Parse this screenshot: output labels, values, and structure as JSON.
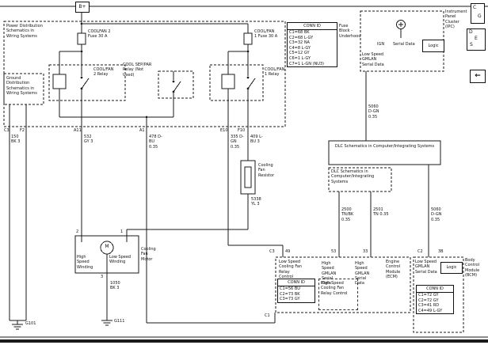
{
  "frame": {
    "b_plus": "B+"
  },
  "nav": {
    "c": "C",
    "g": "G",
    "d": "D",
    "e": "E",
    "s": "S",
    "back_arrow": "←"
  },
  "power_box": {
    "title": "Power Distribution Schematics in Wiring Systems",
    "fuse2": "COOLFAN 2 Fuse 30 A",
    "fuse1": "COOL/FAN 1 Fuse 30 A",
    "relay2": "COOL/FAN 2 Relay",
    "seppar_relay": "COOL SEP/PAR Relay (Not Used)",
    "relay1": "COOL/FAN 1 Relay"
  },
  "ground_box": {
    "title": "Ground Distribution Schematics in Wiring Systems"
  },
  "fuse_block": {
    "conn_id_title": "CONN ID",
    "conn_rows": [
      "C1=68 BK",
      "C2=68 L-GY",
      "C3=32 NA",
      "C4=8 L-GY",
      "C5=12 GY",
      "C6=1 L-GY",
      "C7=1 L-GN (NU3)"
    ],
    "label": "Fuse Block - Underhood"
  },
  "ipc": {
    "title": "Instrument Panel Cluster (IPC)",
    "ign": "IGN",
    "serial_data": "Serial Data",
    "logic": "Logic",
    "low_speed_gmlan": "Low Speed GMLAN Serial Data"
  },
  "connectors": {
    "c3": "C3",
    "f2": "F2",
    "a11": "A11",
    "a1": "A1",
    "e10": "E10",
    "f10": "F10",
    "ecm_c3": "C3",
    "p49": "49",
    "p53": "53",
    "p33": "33",
    "bcm_c2": "C2",
    "p3b": "3B",
    "ecm_c1": "C1"
  },
  "wires": {
    "w150": "150 BK 3",
    "w532": "532 GY 3",
    "w478": "478 D-BU 0.35",
    "w335": "335 D-GN 0.35",
    "w409": "409 L-BU 3",
    "w5060_upper": "5060 D-GN 0.35",
    "w5338": "5338 YL 3",
    "w2500": "2500 TN/BK 0.35",
    "w2501": "2501 TN 0.35",
    "w5060_lower": "5060 D-GN 0.35",
    "w1050": "1050 BK 3"
  },
  "dlc": {
    "solid_box": "DLC Schematics in Computer/Integrating Systems",
    "dashed_box": "DLC Schematics in Computer/Integrating Systems"
  },
  "resistor": {
    "label": "Cooling Fan Resistor"
  },
  "motor": {
    "m": "M",
    "high_winding": "High Speed Winding",
    "low_winding": "Low Speed Winding",
    "title": "Cooling Fan Motor",
    "pin2": "2",
    "pin1": "1",
    "pin3": "3"
  },
  "grounds": {
    "g101": "G101",
    "g111": "G111"
  },
  "ecm": {
    "low_speed_ctrl": "Low Speed Cooling Fan Relay Control",
    "hs_gmlan_1": "High Speed GMLAN Serial Data",
    "hs_gmlan_2": "High Speed GMLAN Serial Data",
    "title": "Engine Control Module (ECM)",
    "conn_id_title": "CONN ID",
    "conn_rows": [
      "C1=56 BU",
      "C2=73 BK",
      "C3=73 GY"
    ],
    "high_speed_ctrl": "High Speed Cooling Fan Relay Control"
  },
  "bcm": {
    "low_speed_gmlan": "Low Speed GMLAN Serial Data",
    "logic": "Logic",
    "title": "Body Control Module (BCM)",
    "conn_id_title": "CONN ID",
    "conn_rows": [
      "C1=72 GY",
      "C2=72 GY",
      "C3=41 RD",
      "C4=49 L-GY"
    ]
  }
}
